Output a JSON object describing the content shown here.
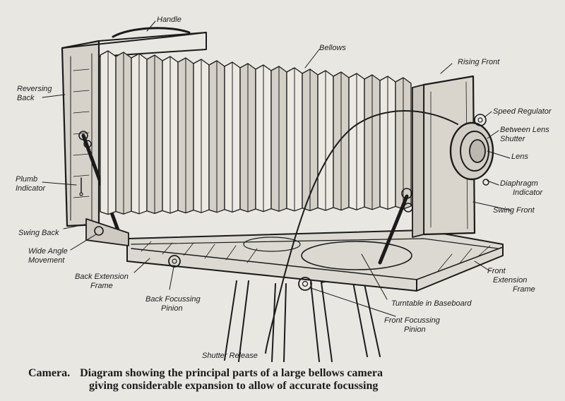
{
  "labels": {
    "handle": "Handle",
    "bellows": "Bellows",
    "rising_front": "Rising Front",
    "reversing_back_1": "Reversing",
    "reversing_back_2": "Back",
    "speed_regulator": "Speed Regulator",
    "between_lens_shutter_1": "Between Lens",
    "between_lens_shutter_2": "Shutter",
    "lens": "Lens",
    "plumb_indicator_1": "Plumb",
    "plumb_indicator_2": "Indicator",
    "diaphragm_indicator_1": "Diaphragm",
    "diaphragm_indicator_2": "Indicator",
    "swing_front": "Swing Front",
    "swing_back": "Swing Back",
    "wide_angle_movement_1": "Wide Angle",
    "wide_angle_movement_2": "Movement",
    "back_extension_frame_1": "Back Extension",
    "back_extension_frame_2": "Frame",
    "front_extension_frame_1": "Front",
    "front_extension_frame_2": "Extension",
    "front_extension_frame_3": "Frame",
    "back_focussing_pinion_1": "Back Focussing",
    "back_focussing_pinion_2": "Pinion",
    "turntable_in_baseboard": "Turntable in Baseboard",
    "front_focussing_pinion_1": "Front Focussing",
    "front_focussing_pinion_2": "Pinion",
    "shutter_release": "Shutter Release"
  },
  "caption": {
    "lead": "Camera.",
    "line1": "Diagram showing the principal parts of a large bellows camera",
    "line2": "giving considerable expansion to allow of accurate focussing"
  },
  "colors": {
    "paper": "#e9e7e2",
    "ink": "#1b1b1b"
  }
}
